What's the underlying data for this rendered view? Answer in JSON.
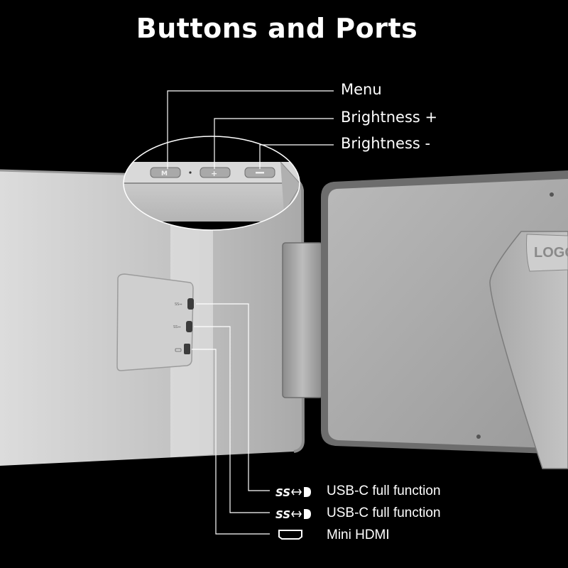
{
  "title": "Buttons and Ports",
  "buttons": [
    {
      "label": "Menu",
      "icon": "m-button-icon"
    },
    {
      "label": "Brightness +",
      "icon": "plus-button-icon"
    },
    {
      "label": "Brightness -",
      "icon": "minus-button-icon"
    }
  ],
  "ports": [
    {
      "label": "USB-C full function",
      "icon": "usb-superspeed-icon"
    },
    {
      "label": "USB-C full function",
      "icon": "usb-superspeed-icon"
    },
    {
      "label": "Mini HDMI",
      "icon": "mini-hdmi-icon"
    }
  ],
  "stand_logo": "LOGO",
  "colors": {
    "background": "#000000",
    "panel": "#c8c8c8",
    "text": "#ffffff",
    "leader_line": "#ffffff"
  }
}
